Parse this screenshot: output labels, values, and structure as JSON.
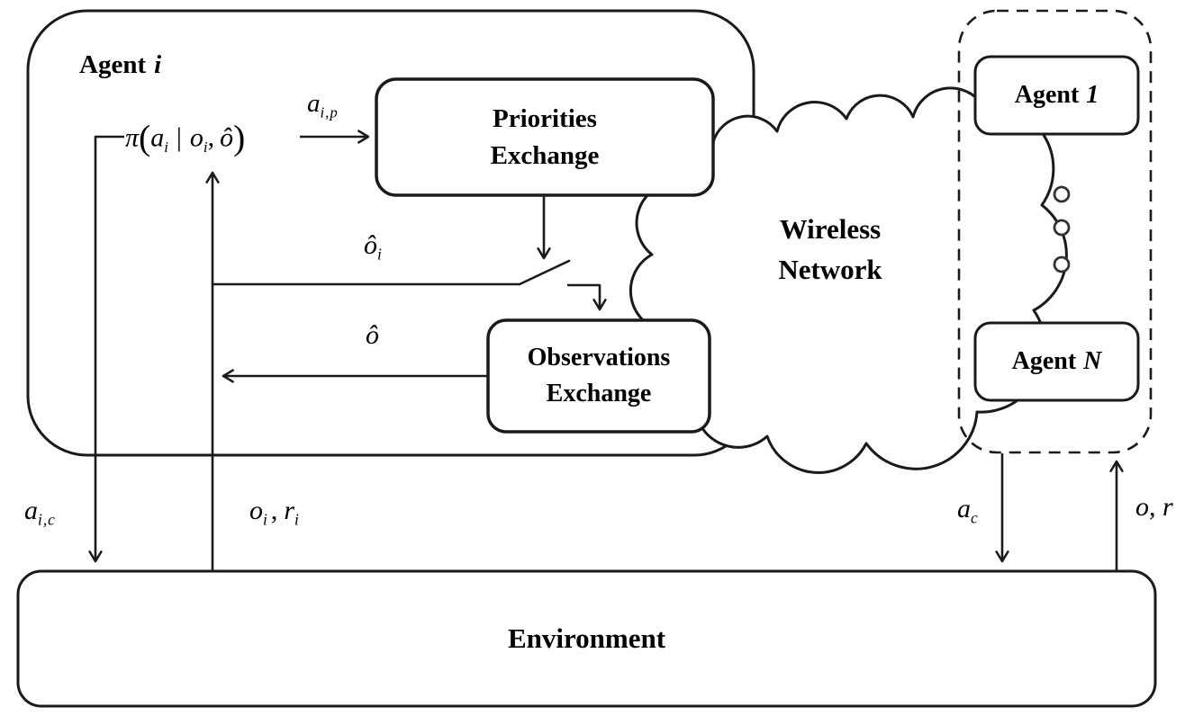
{
  "colors": {
    "ink": "#1a1a1a",
    "paper": "#ffffff"
  },
  "agent_i": {
    "prefix": "Agent",
    "var": "i"
  },
  "policy": {
    "pi": "π",
    "open": "(",
    "a": "a",
    "a_sub": "i",
    "bar": "|",
    "o": "o",
    "o_sub": "i",
    "comma": ",",
    "o_hat": "ô",
    "close": ")"
  },
  "signals": {
    "a_ip": {
      "base": "a",
      "sub": "i,p"
    },
    "o_hat_i": {
      "base": "ô",
      "sub": "i"
    },
    "o_hat": {
      "base": "ô"
    },
    "a_ic": {
      "base": "a",
      "sub": "i,c"
    },
    "oi_ri": {
      "o": "o",
      "o_sub": "i",
      "comma": ",",
      "r": "r",
      "r_sub": "i"
    },
    "a_c": {
      "base": "a",
      "sub": "c"
    },
    "o_r": {
      "base": "o, r"
    }
  },
  "boxes": {
    "priorities": {
      "line1": "Priorities",
      "line2": "Exchange"
    },
    "observations": {
      "line1": "Observations",
      "line2": "Exchange"
    },
    "agent_1": {
      "prefix": "Agent",
      "var": "1"
    },
    "agent_n": {
      "prefix": "Agent",
      "var": "N"
    },
    "environment": {
      "label": "Environment"
    }
  },
  "cloud": {
    "line1": "Wireless",
    "line2": "Network"
  }
}
